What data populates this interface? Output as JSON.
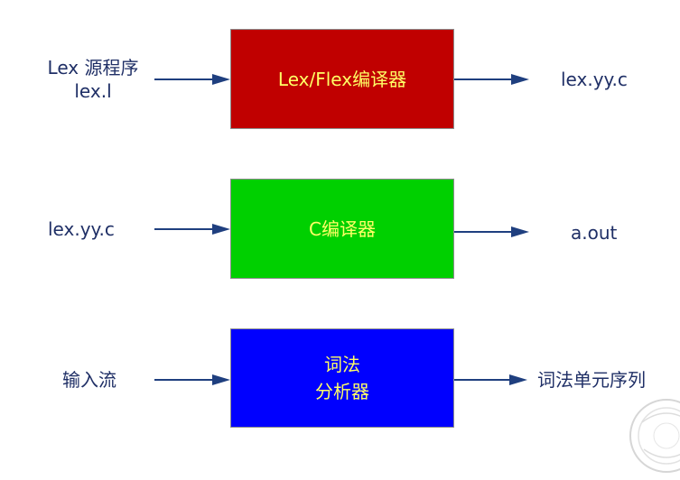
{
  "colors": {
    "text": "#1f2f66",
    "box_text": "#ffff66",
    "arrow": "#1f3f7f",
    "red_box": "#c00000",
    "green_box": "#00d000",
    "blue_box": "#0000ff"
  },
  "rows": [
    {
      "input_lines": [
        "Lex 源程序",
        "lex.l"
      ],
      "box_lines": [
        "Lex/Flex编译器"
      ],
      "output": "lex.yy.c"
    },
    {
      "input_lines": [
        "lex.yy.c"
      ],
      "box_lines": [
        "C编译器"
      ],
      "output": "a.out"
    },
    {
      "input_lines": [
        "输入流"
      ],
      "box_lines": [
        "词法",
        "分析器"
      ],
      "output": "词法单元序列"
    }
  ]
}
